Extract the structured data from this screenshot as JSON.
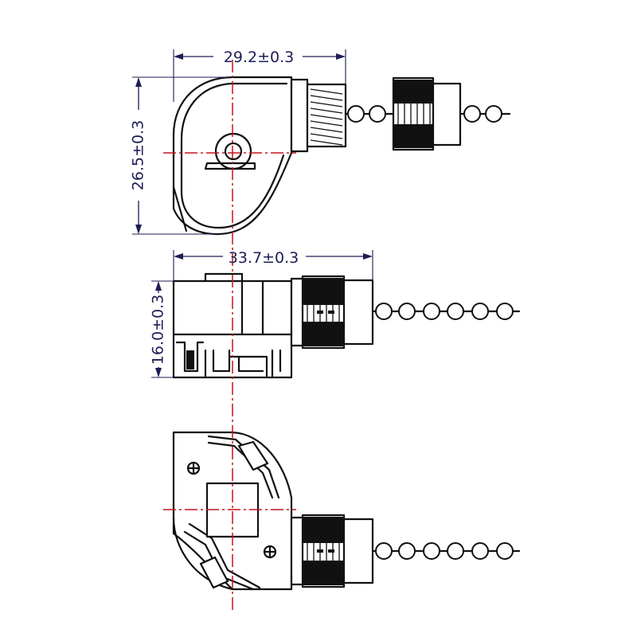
{
  "dimensions": {
    "top_width": "29.2±0.3",
    "top_height": "26.5±0.3",
    "side_width": "33.7±0.3",
    "side_height": "16.0±0.3"
  },
  "colors": {
    "outline": "#111111",
    "centerline": "#c8141b",
    "dimension": "#1d1d55",
    "background": "#ffffff"
  },
  "icons": {
    "mount_hole": "crosshair-circle-icon"
  }
}
